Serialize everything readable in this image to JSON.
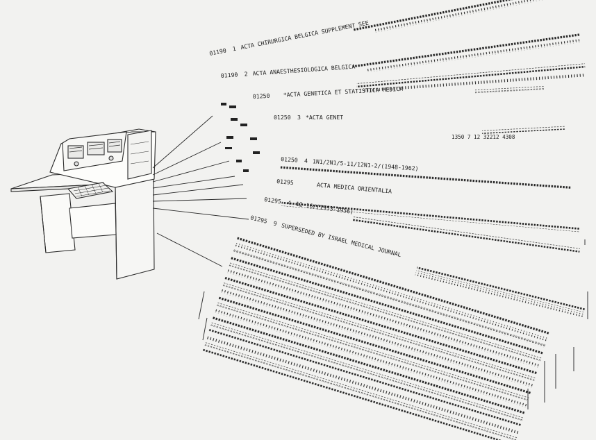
{
  "cards": [
    {
      "serial": "01190",
      "seq": "1",
      "text": "ACTA CHIRURGICA BELGICA SUPPLEMENT SEE"
    },
    {
      "serial": "01190",
      "seq": "2",
      "text": "ACTA ANAESTHESIOLOGICA BELGICA"
    },
    {
      "serial": "01250",
      "seq": "",
      "text": "*ACTA GENETICA ET STATISTICA MEDICA"
    },
    {
      "serial": "01250",
      "seq": "3",
      "text": "*ACTA GENET",
      "extra": "1350 7    12   32212     4308"
    },
    {
      "serial": "01250",
      "seq": "4",
      "text": "1N1/2N1/5-11/12N1-2/(1948-1962)"
    },
    {
      "serial": "01295",
      "seq": "",
      "text": "ACTA MEDICA ORIENTALIA"
    },
    {
      "serial": "01295",
      "seq": "4",
      "text": "12-16/(1953-1956)"
    },
    {
      "serial": "01295",
      "seq": "9",
      "text": "SUPERSEDED BY ISRAEL MEDICAL JOURNAL"
    }
  ],
  "colors": {
    "ink": "#1c1c1c",
    "paper": "#f2f2f0",
    "machine_line": "#2a2a2a"
  },
  "machine": {
    "icon": "keypunch-machine-icon"
  }
}
